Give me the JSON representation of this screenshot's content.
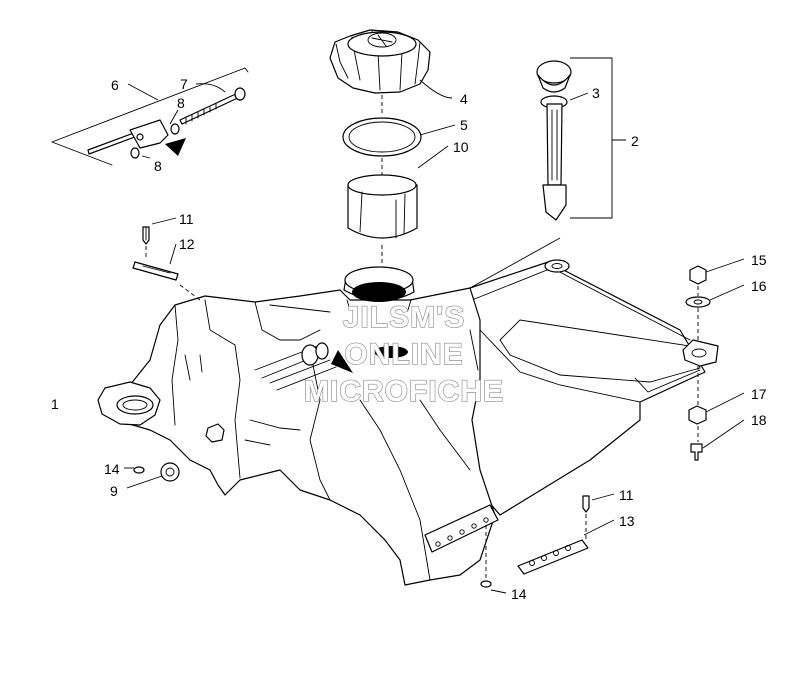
{
  "callouts": {
    "c1": "1",
    "c2": "2",
    "c3": "3",
    "c4": "4",
    "c5": "5",
    "c6": "6",
    "c7": "7",
    "c8a": "8",
    "c8b": "8",
    "c9": "9",
    "c10": "10",
    "c11a": "11",
    "c11b": "11",
    "c12": "12",
    "c13": "13",
    "c14a": "14",
    "c14b": "14",
    "c15": "15",
    "c16": "16",
    "c17": "17",
    "c18": "18"
  },
  "watermark": {
    "line1": "JILSM'S",
    "line2": "ONLINE",
    "line3": "MICROFICHE"
  },
  "colors": {
    "line": "#000000",
    "background": "#ffffff",
    "watermark_outline": "#8c8c8c"
  }
}
